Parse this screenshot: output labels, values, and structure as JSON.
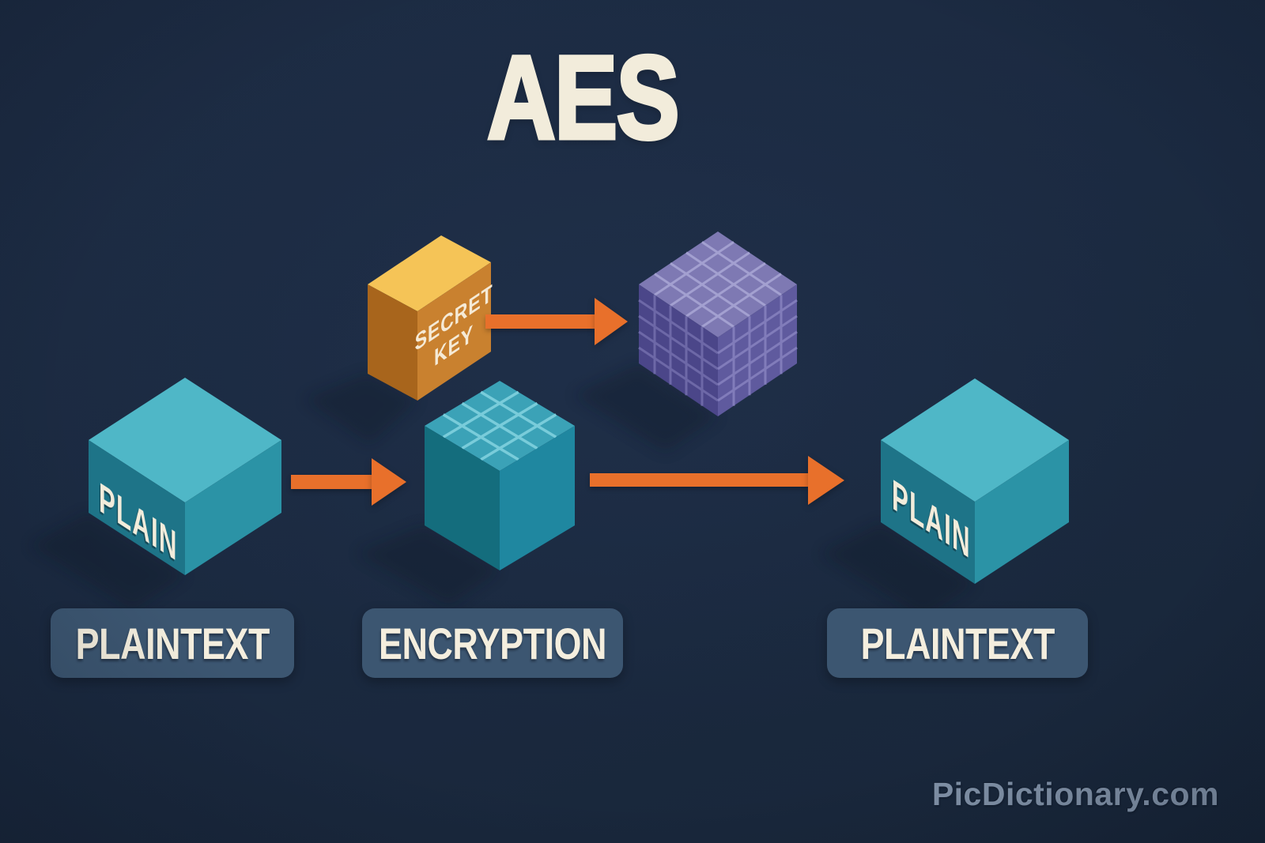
{
  "title": "AES",
  "watermark": "PicDictionary.com",
  "colors": {
    "background": "#1C2B42",
    "arrow_orange": "#E8702B",
    "key_box_top": "#F5C457",
    "key_box_front": "#C9812F",
    "key_box_side": "#A8651C",
    "teal_cube_top": "#4FB7C7",
    "teal_cube_left": "#1E7488",
    "teal_cube_right": "#2B93A6",
    "cipher_cube_top": "#7E79B3",
    "cipher_cube_left": "#4B4689",
    "cipher_cube_right": "#5F5A9E",
    "cream_text": "#F2ECDB",
    "label_pill_bg": "#3C5671",
    "watermark_text": "#8A9CB2"
  },
  "diagram": {
    "secret_key_box": {
      "line1": "SECRET",
      "line2": "KEY"
    },
    "plaintext_cube_left": {
      "face_label": "PLAIN"
    },
    "plaintext_cube_right": {
      "face_label": "PLAIN"
    },
    "labels": {
      "plaintext_left": "PLAINTEXT",
      "encryption": "ENCRYPTION",
      "plaintext_right": "PLAINTEXT"
    }
  }
}
